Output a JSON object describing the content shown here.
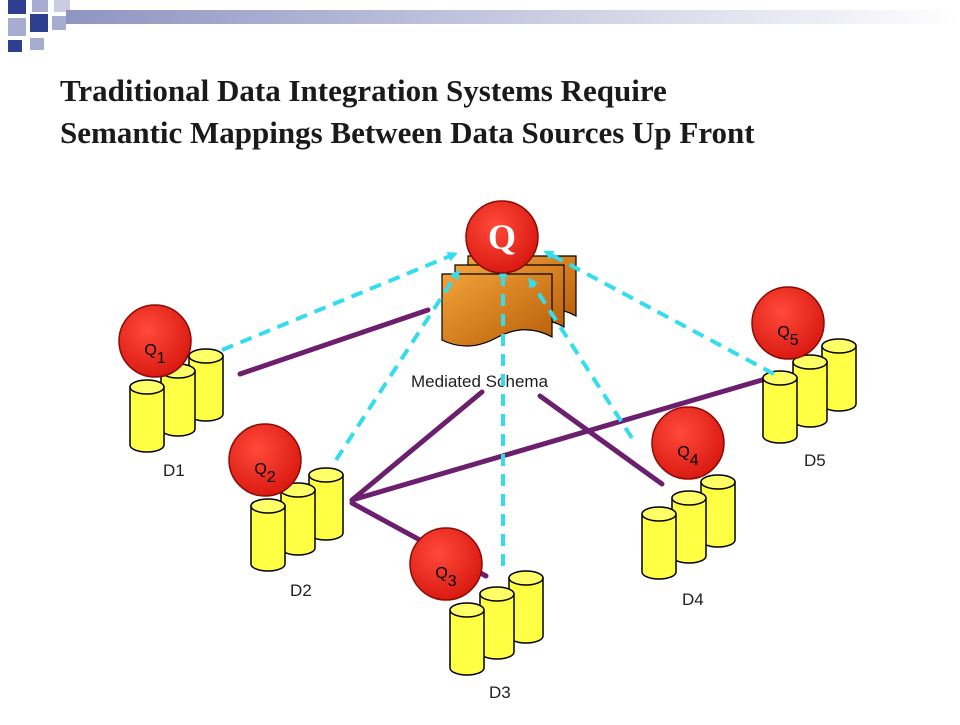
{
  "slide": {
    "title_line1": "Traditional Data Integration Systems Require",
    "title_line2": "Semantic Mappings Between Data Sources Up Front"
  },
  "schema": {
    "label": "Mediated Schema"
  },
  "query": {
    "label": "Q"
  },
  "sources": [
    {
      "id": "D1",
      "label": "D1",
      "query": "Q",
      "query_sub": "1"
    },
    {
      "id": "D2",
      "label": "D2",
      "query": "Q",
      "query_sub": "2"
    },
    {
      "id": "D3",
      "label": "D3",
      "query": "Q",
      "query_sub": "3"
    },
    {
      "id": "D4",
      "label": "D4",
      "query": "Q",
      "query_sub": "4"
    },
    {
      "id": "D5",
      "label": "D5",
      "query": "Q",
      "query_sub": "5"
    }
  ],
  "colors": {
    "title": "#1a1a1a",
    "mapping_line": "#6b1f6e",
    "reformulation_arrow": "#33ddee",
    "query_circle": "#e8261c",
    "database": "#ffff44",
    "schema_doc": "#e68a1e",
    "corner_squares": [
      "#2e3f8f",
      "#a7acd1"
    ]
  },
  "icons": [
    "corner-squares-decoration",
    "database-stack-icon",
    "document-stack-icon",
    "query-circle-icon"
  ]
}
